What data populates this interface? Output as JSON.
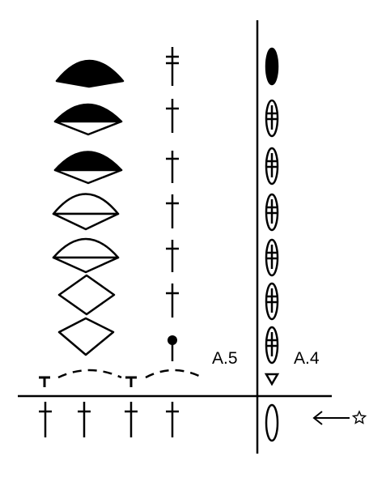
{
  "labels": {
    "chart_a5": "A.5",
    "chart_a4": "A.4"
  },
  "legend": {
    "marker": "star-marker",
    "pointer": "arrow-left-icon"
  },
  "colors": {
    "ink": "#000000",
    "paper": "#ffffff"
  }
}
